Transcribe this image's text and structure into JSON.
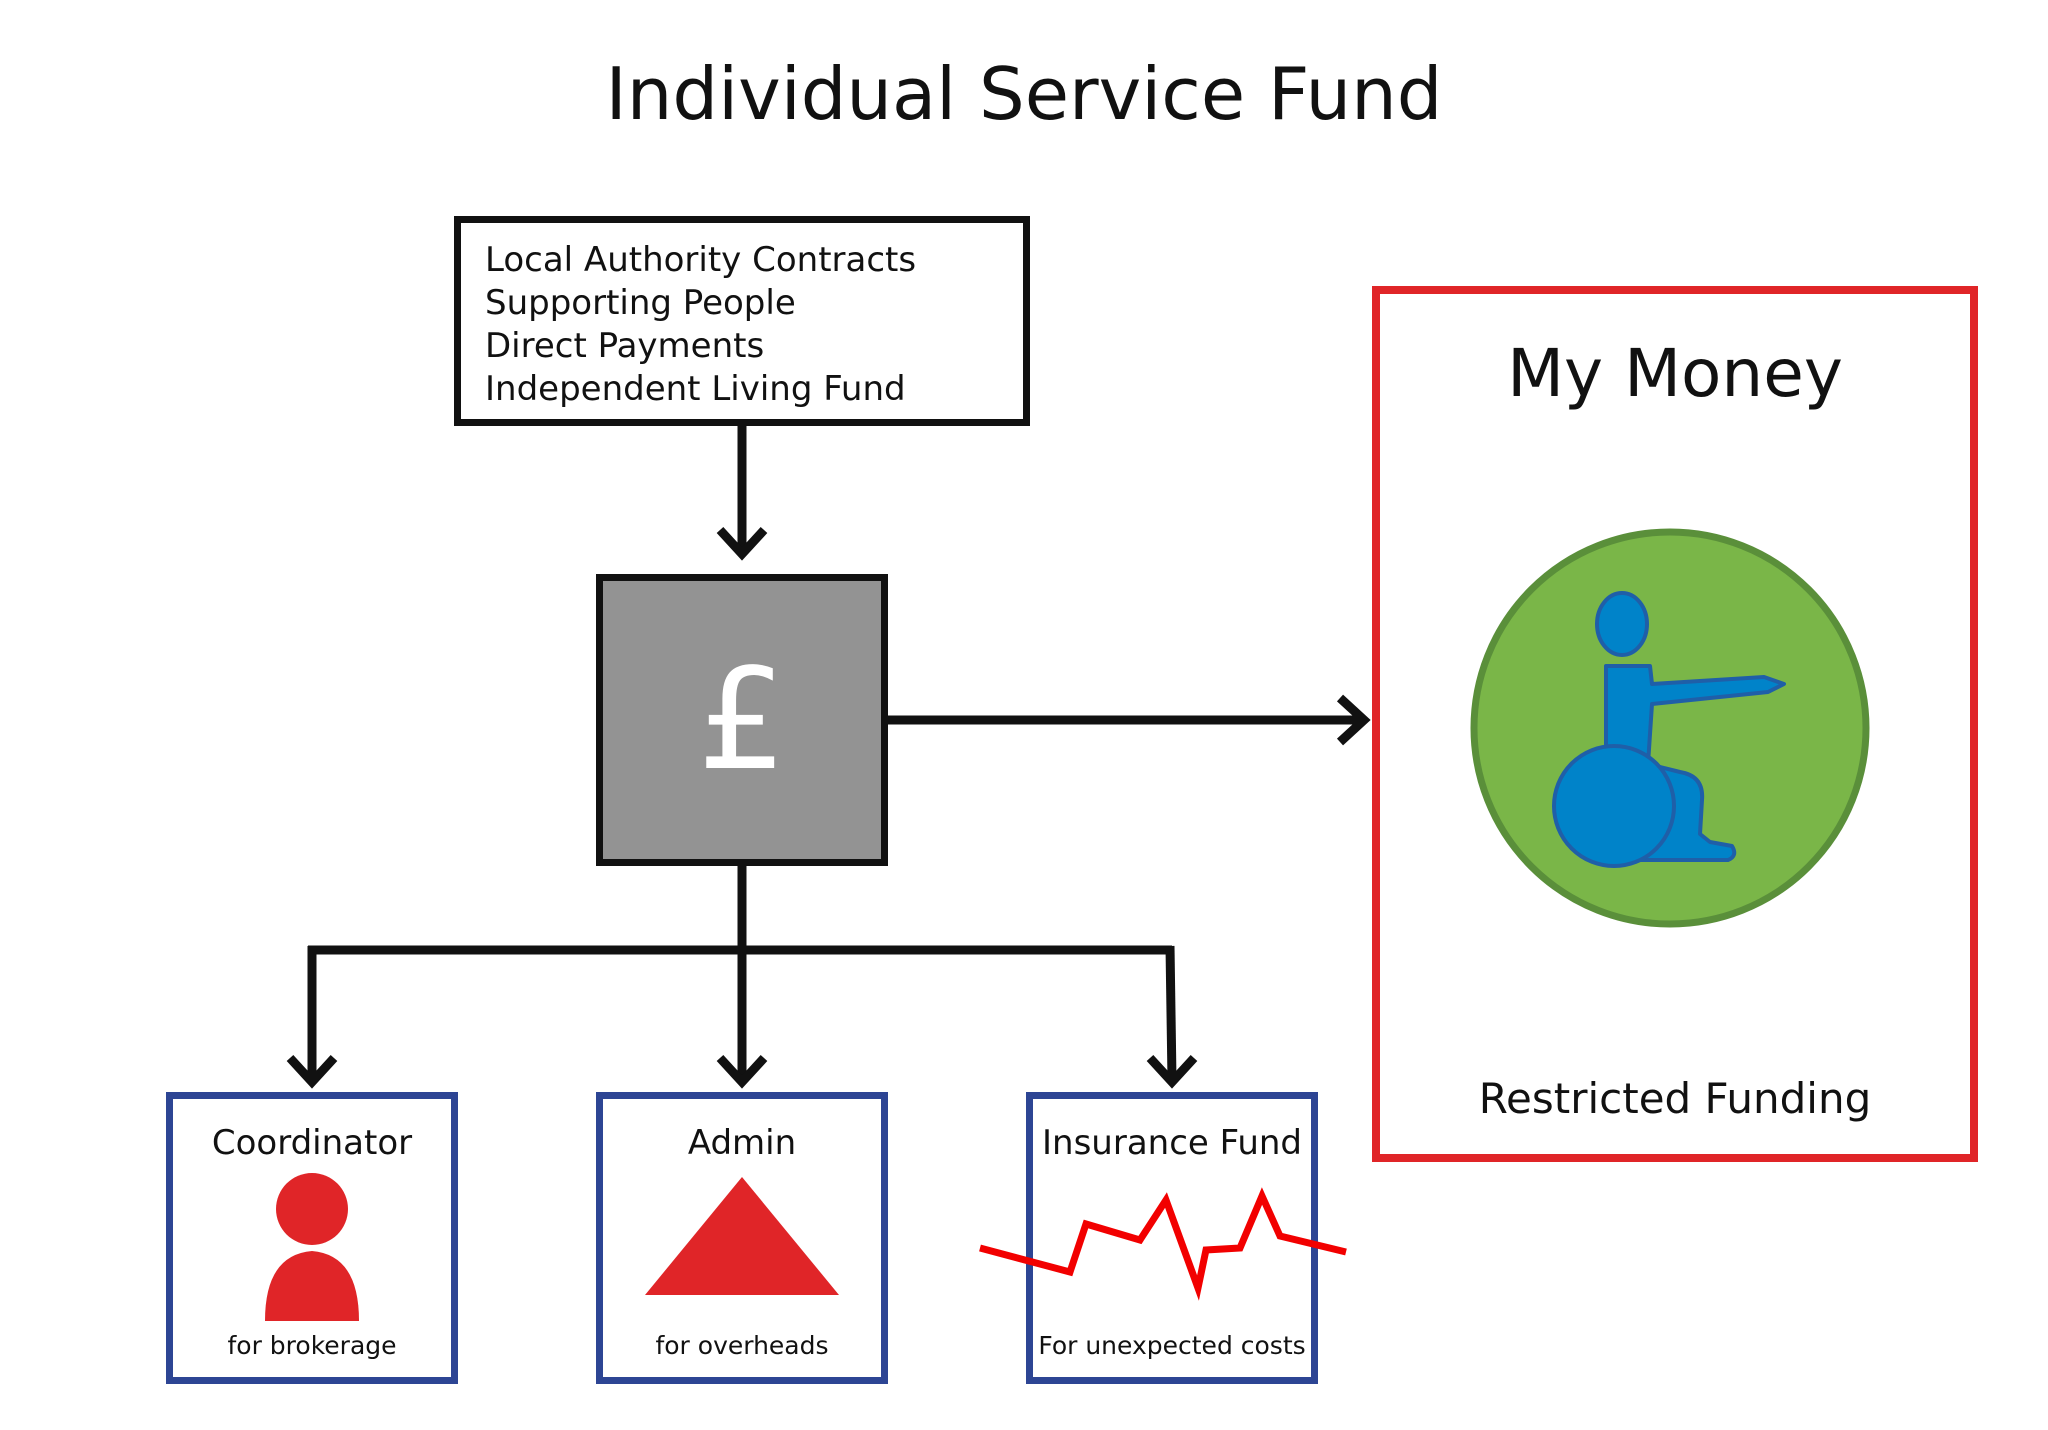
{
  "title": "Individual Service Fund",
  "sources": {
    "items": [
      "Local Authority Contracts",
      "Supporting People",
      "Direct Payments",
      "Independent Living Fund"
    ]
  },
  "fund": {
    "symbol": "£"
  },
  "my_money": {
    "title": "My Money",
    "footer": "Restricted Funding",
    "icon": "wheelchair-user-icon"
  },
  "sub_boxes": [
    {
      "title": "Coordinator",
      "caption": "for brokerage",
      "icon": "person-icon"
    },
    {
      "title": "Admin",
      "caption": "for overheads",
      "icon": "triangle-icon"
    },
    {
      "title": "Insurance Fund",
      "caption": "For unexpected costs",
      "icon": "zigzag-line-icon"
    }
  ],
  "colors": {
    "border_red": "#e02528",
    "border_blue": "#2d4594",
    "circle_green": "#7ab648",
    "figure_blue": "#0083c9",
    "icon_red": "#e02528",
    "fund_gray": "#939393"
  }
}
